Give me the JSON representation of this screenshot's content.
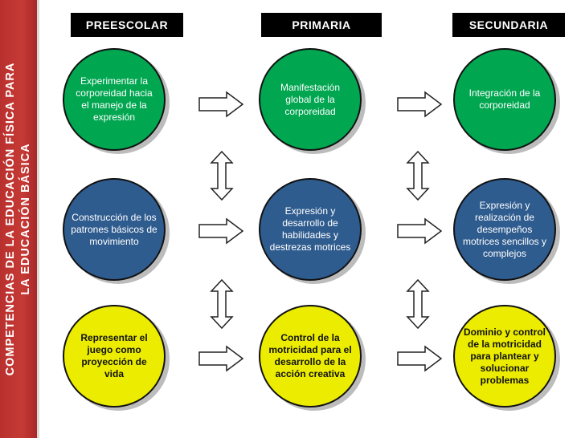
{
  "sidebar": {
    "title_line1": "COMPETENCIAS DE LA EDUCACIÓN FÍSICA PARA",
    "title_line2": "LA EDUCACIÓN BÁSICA"
  },
  "columns": [
    {
      "label": "PREESCOLAR"
    },
    {
      "label": "PRIMARIA"
    },
    {
      "label": "SECUNDARIA"
    }
  ],
  "rows": [
    {
      "color": "#00a650",
      "cells": [
        "Experimentar la corporeidad hacia el manejo de la expresión",
        "Manifestación global de la corporeidad",
        "Integración de la corporeidad"
      ]
    },
    {
      "color": "#2f5c8f",
      "cells": [
        "Construcción de los patrones básicos de movimiento",
        "Expresión y desarrollo de habilidades y destrezas motrices",
        "Expresión y realización de desempeños motrices sencillos y complejos"
      ]
    },
    {
      "color": "#ecec00",
      "cells": [
        "Representar el juego como proyección de vida",
        "Control de la motricidad para el desarrollo de la acción creativa",
        "Dominio y control de la motricidad para plantear y solucionar problemas"
      ]
    }
  ]
}
